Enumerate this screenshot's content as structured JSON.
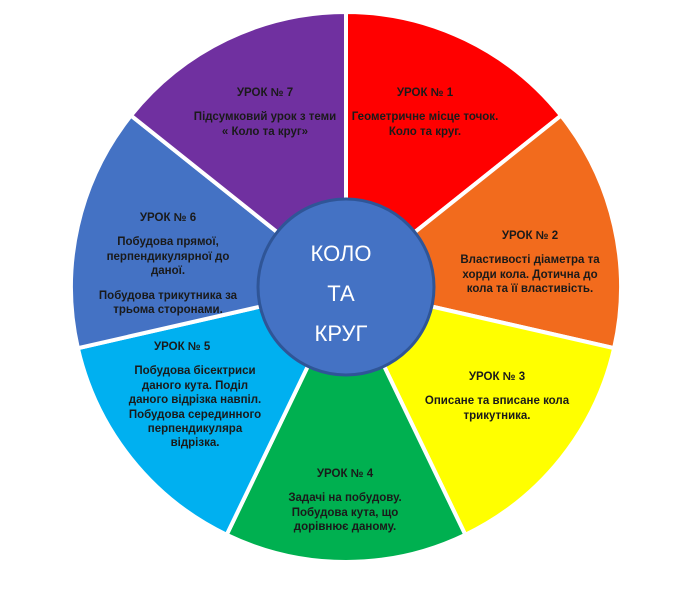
{
  "center": {
    "lines": [
      "КОЛО",
      "ТА",
      "КРУГ"
    ],
    "color": "#4472C4",
    "border": "#2F5597"
  },
  "segments": [
    {
      "title": "УРОК № 1",
      "body": [
        "Геометричне місце точок.",
        "Коло та круг."
      ],
      "color": "#FF0000"
    },
    {
      "title": "УРОК № 2",
      "body": [
        "Властивості діаметра та",
        "хорди кола. Дотична до",
        "кола та її властивість."
      ],
      "color": "#F26B1D"
    },
    {
      "title": "УРОК № 3",
      "body": [
        "Описане та вписане кола",
        "трикутника."
      ],
      "color": "#FFFF00"
    },
    {
      "title": "УРОК № 4",
      "body": [
        "Задачі на побудову.",
        "Побудова кута, що",
        "дорівнює даному."
      ],
      "color": "#00B050"
    },
    {
      "title": "УРОК № 5",
      "body": [
        "Побудова бісектриси",
        "даного кута. Поділ",
        "даного відрізка навпіл.",
        "Побудова серединного",
        "перпендикуляра",
        "відрізка."
      ],
      "color": "#00B0F0"
    },
    {
      "title": "УРОК № 6",
      "body": [
        "Побудова прямої,",
        "перпендикулярної до",
        "даної.",
        "Побудова трикутника за",
        "трьома сторонами."
      ],
      "color": "#4472C4"
    },
    {
      "title": "УРОК № 7",
      "body": [
        "Підсумковий урок з теми",
        "« Коло та круг»"
      ],
      "color": "#7030A0"
    }
  ]
}
